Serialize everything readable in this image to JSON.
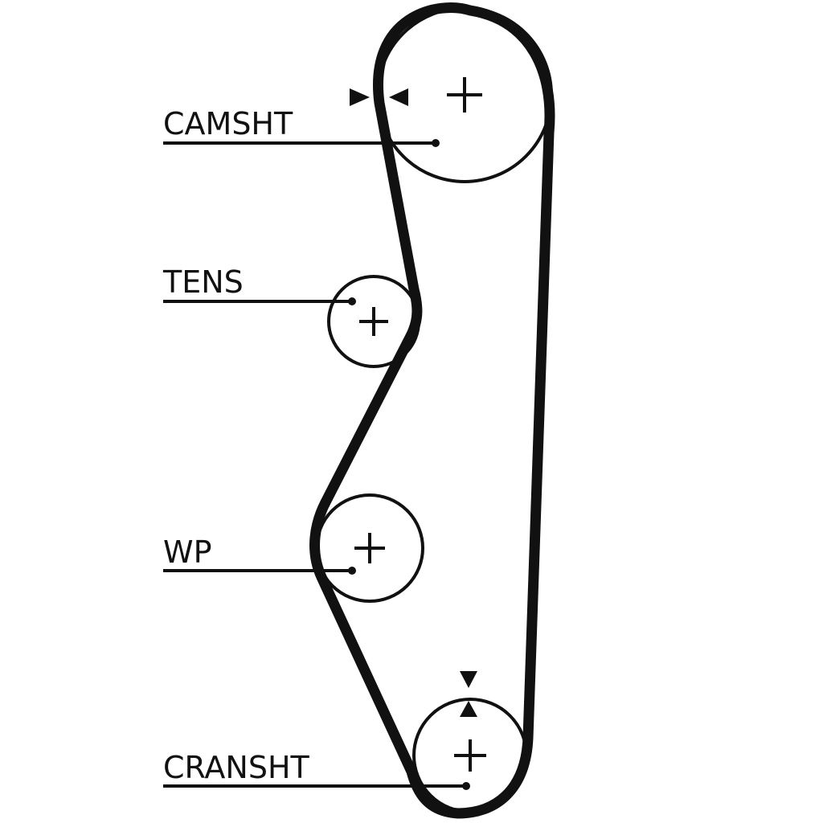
{
  "diagram": {
    "labels": {
      "camshaft": "CAMSHT",
      "tensioner": "TENS",
      "water_pump": "WP",
      "crankshaft": "CRANSHT"
    },
    "colors": {
      "ink": "#111111",
      "background": "#ffffff"
    }
  }
}
